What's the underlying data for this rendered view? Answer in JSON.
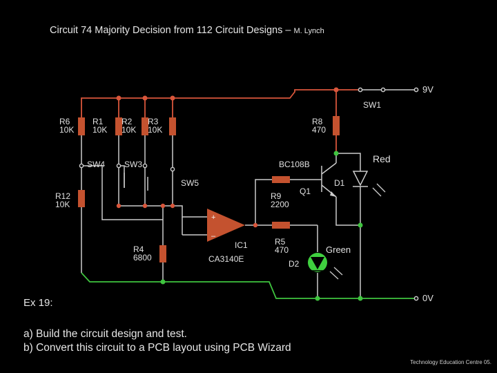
{
  "title": {
    "main": "Circuit 74 Majority Decision from 112 Circuit Designs – ",
    "author": "M. Lynch"
  },
  "components": {
    "r6": {
      "name": "R6",
      "value": "10K"
    },
    "r1": {
      "name": "R1",
      "value": "10K"
    },
    "r2": {
      "name": "R2",
      "value": "10K"
    },
    "r3": {
      "name": "R3",
      "value": "10K"
    },
    "r8": {
      "name": "R8",
      "value": "470"
    },
    "r12": {
      "name": "R12",
      "value": "10K"
    },
    "r9": {
      "name": "R9",
      "value": "2200"
    },
    "r5": {
      "name": "R5",
      "value": "470"
    },
    "r4": {
      "name": "R4",
      "value": "6800"
    },
    "sw1": "SW1",
    "sw3": "SW3",
    "sw4": "SW4",
    "sw5": "SW5",
    "q1": {
      "name": "Q1",
      "type": "BC108B"
    },
    "d1": {
      "name": "D1",
      "colour": "Red"
    },
    "d2": {
      "name": "D2",
      "colour": "Green"
    },
    "ic1": {
      "name": "IC1",
      "type": "CA3140E",
      "plus": "+",
      "minus": "–"
    },
    "supply_pos": "9V",
    "supply_neg": "0V"
  },
  "exercise": {
    "label": "Ex 19:",
    "task_a": "a)  Build the circuit design and test.",
    "task_b": "b)  Convert this circuit to a PCB layout using PCB Wizard"
  },
  "footer": "Technology Education Centre 05.",
  "colors": {
    "background": "#000000",
    "positive_rail": "#d9563b",
    "negative_rail": "#3fc43f",
    "resistor_body": "#c4522f",
    "wire": "#cccccc",
    "green_led": "#3fd03f"
  }
}
